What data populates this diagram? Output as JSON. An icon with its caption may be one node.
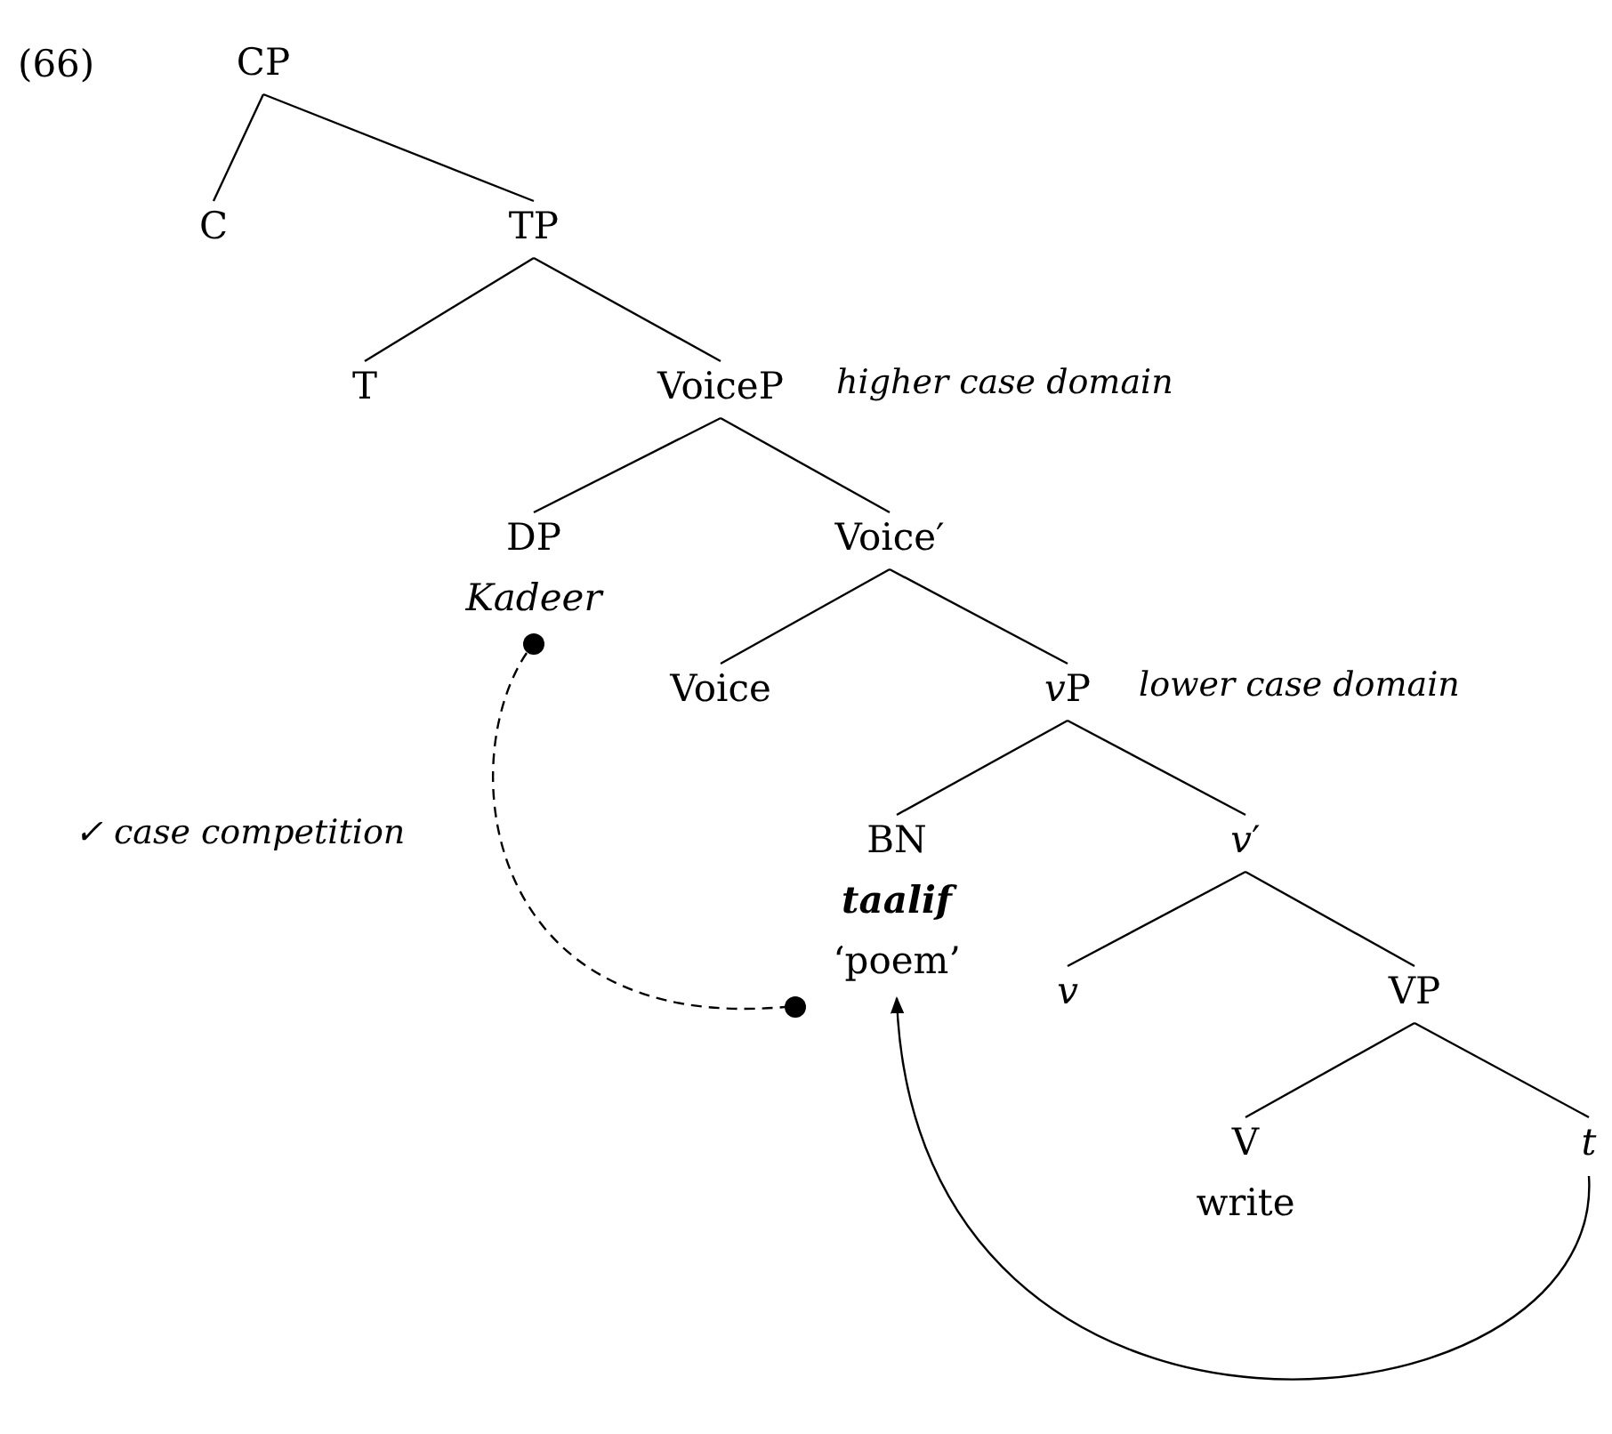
{
  "diagram": {
    "nodes": [
      {
        "text": [
          "CP"
        ]
      },
      {
        "text": [
          "C"
        ]
      },
      {
        "text": [
          "TP"
        ]
      },
      {
        "text": [
          "T"
        ]
      },
      {
        "text": [
          "VoiceP"
        ],
        "beside": [
          "higher case domain"
        ]
      },
      {
        "text": [
          "DP",
          "Kadeer"
        ]
      },
      {
        "text": [
          "Voice′"
        ]
      },
      {
        "text": [
          "Voice"
        ]
      },
      {
        "text": [
          "vP"
        ],
        "beside": [
          "lower case domain"
        ]
      },
      {
        "text": [
          "BN",
          "taalif",
          "‘poem’"
        ]
      },
      {
        "text": [
          "*v*′"
        ]
      },
      {
        "text": [
          "v"
        ]
      },
      {
        "text": [
          "VP"
        ]
      },
      {
        "text": [
          "V",
          "write"
        ]
      },
      {
        "text": [
          "t"
        ]
      },
      {
        "text": [],
        "shape": "circle"
      },
      {
        "text": [],
        "shape": "circle"
      }
    ],
    "edges": [
      {
        "from": 0,
        "to": 1,
        "arrow": "none"
      },
      {
        "from": 0,
        "to": 2,
        "arrow": "none"
      },
      {
        "from": 2,
        "to": 3,
        "arrow": "none"
      },
      {
        "from": 2,
        "to": 4,
        "arrow": "none"
      },
      {
        "from": 4,
        "to": 5,
        "arrow": "none"
      },
      {
        "from": 4,
        "to": 6,
        "arrow": "none"
      },
      {
        "from": 6,
        "to": 7,
        "arrow": "none"
      },
      {
        "from": 6,
        "to": 8,
        "arrow": "none"
      },
      {
        "from": 8,
        "to": 9,
        "arrow": "none"
      },
      {
        "from": 8,
        "to": 10,
        "arrow": "none"
      },
      {
        "from": 10,
        "to": 11,
        "arrow": "none"
      },
      {
        "from": 10,
        "to": 12,
        "arrow": "none"
      },
      {
        "from": 12,
        "to": 13,
        "arrow": "none"
      },
      {
        "from": 12,
        "to": 14,
        "arrow": "none"
      },
      {
        "from": 15,
        "to": 16,
        "arrow": "none",
        "style": "dashed",
        "label": "✓ case competition"
      },
      {
        "from": 14,
        "to": 9,
        "arrow": "to"
      }
    ],
    "labels": [
      "(66)"
    ]
  }
}
